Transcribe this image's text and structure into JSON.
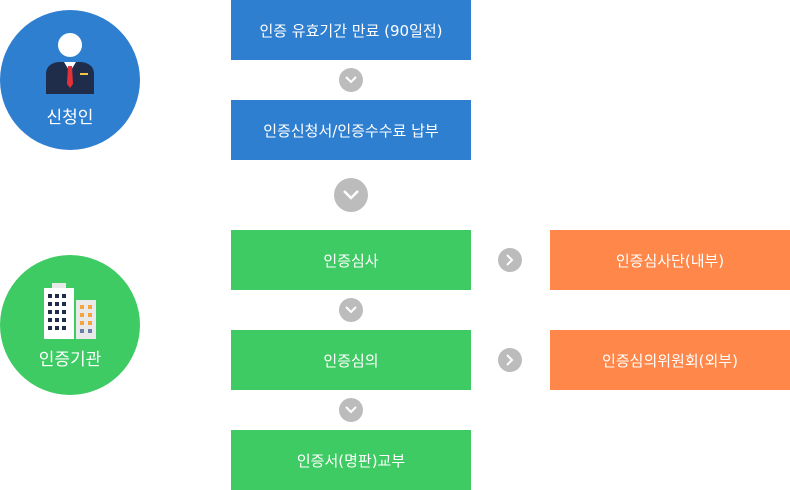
{
  "actors": {
    "applicant": {
      "label": "신청인",
      "icon": "person-tie-icon",
      "color": "#2f7fd1"
    },
    "institution": {
      "label": "인증기관",
      "icon": "buildings-icon",
      "color": "#3ecb63"
    }
  },
  "flow": {
    "steps": [
      "인증 유효기간 만료 (90일전)",
      "인증신청서/인증수수료 납부",
      "인증심사",
      "인증심의",
      "인증서(명판)교부"
    ],
    "side": [
      "인증심사단(내부)",
      "인증심의위원회(외부)"
    ]
  },
  "colors": {
    "blue": "#2f7fd1",
    "green": "#3ecb63",
    "orange": "#ff8749",
    "arrow": "#bcbcbc"
  }
}
